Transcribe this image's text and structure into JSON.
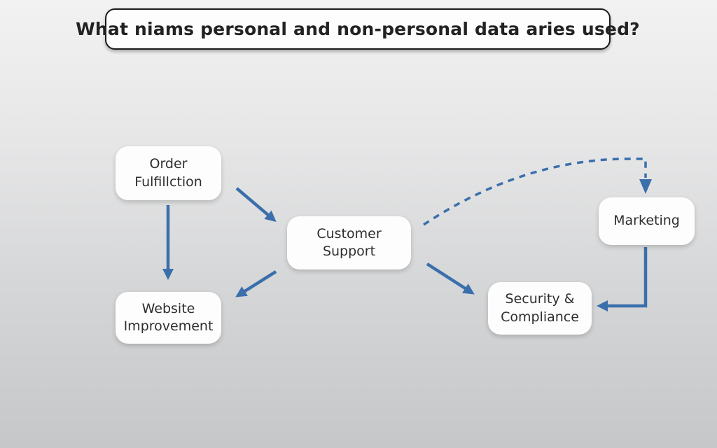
{
  "title": {
    "text": "What niams personal and non-personal data aries used?"
  },
  "nodes": {
    "order_fulfillment": {
      "label": "Order\nFulfillction"
    },
    "customer_support": {
      "label": "Customer\nSupport"
    },
    "website_improvement": {
      "label": "Website\nImprovement"
    },
    "marketing": {
      "label": "Marketing"
    },
    "security_compliance": {
      "label": "Security &\nCompliance"
    }
  },
  "edges": [
    {
      "from": "order_fulfillment",
      "to": "customer_support",
      "style": "solid"
    },
    {
      "from": "order_fulfillment",
      "to": "website_improvement",
      "style": "solid"
    },
    {
      "from": "customer_support",
      "to": "website_improvement",
      "style": "solid"
    },
    {
      "from": "customer_support",
      "to": "security_compliance",
      "style": "solid"
    },
    {
      "from": "customer_support",
      "to": "marketing",
      "style": "dashed"
    },
    {
      "from": "marketing",
      "to": "security_compliance",
      "style": "solid"
    }
  ],
  "colors": {
    "arrow": "#3a6fac",
    "box_background": "#fdfdfd",
    "title_border": "#1b1b1b",
    "text": "#2e2e2e"
  }
}
